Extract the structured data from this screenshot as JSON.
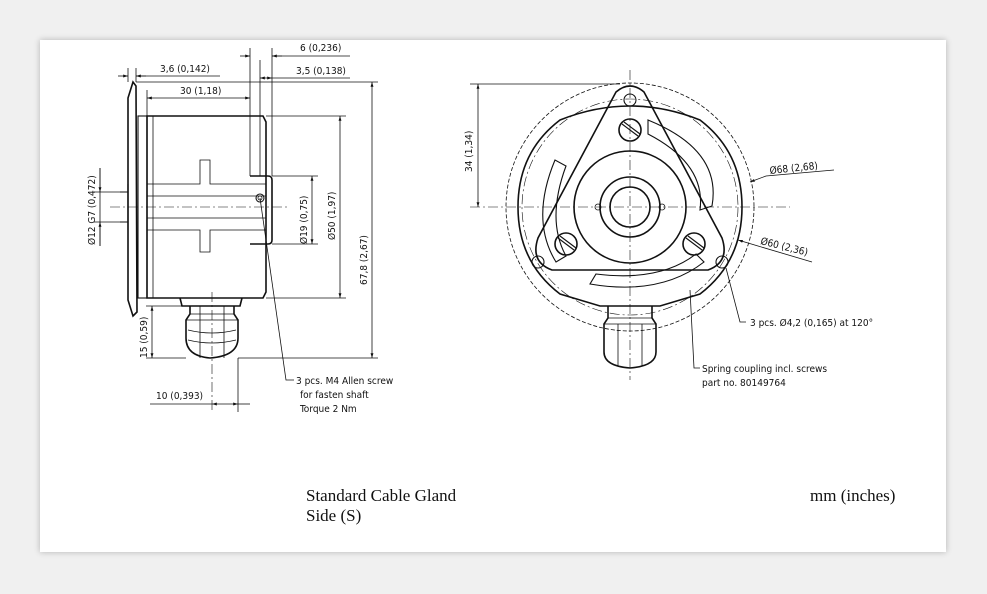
{
  "side_view": {
    "dims": {
      "d_3_6": "3,6 (0,142)",
      "d_30": "30 (1,18)",
      "d_6": "6 (0,236)",
      "d_3_5": "3,5 (0,138)",
      "d_12": "Ø12 G7 (0,472)",
      "d_19": "Ø19 (0,75)",
      "d_50": "Ø50 (1,97)",
      "d_67": "67,8 (2,67)",
      "d_15": "15 (0,59)",
      "d_10": "10 (0,393)"
    },
    "callout": [
      "3 pcs. M4 Allen screw",
      "for fasten shaft",
      "Torque 2 Nm"
    ]
  },
  "front_view": {
    "dims": {
      "d_34": "34 (1,34)",
      "d_68": "Ø68 (2,68)",
      "d_60": "Ø60 (2,36)"
    },
    "holes_note": "3 pcs. Ø4,2 (0,165) at 120°",
    "coupling_note": [
      "Spring coupling incl. screws",
      "part no. 80149764"
    ]
  },
  "footer": {
    "title_line1": "Standard Cable Gland",
    "title_line2": "Side (S)",
    "units": "mm (inches)"
  }
}
